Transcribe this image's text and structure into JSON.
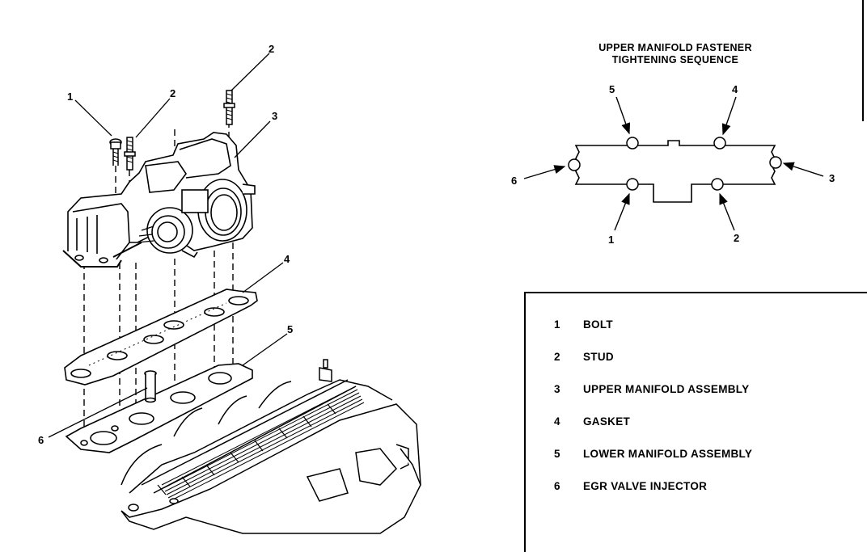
{
  "diagram": {
    "sequence_title_line1": "UPPER MANIFOLD FASTENER",
    "sequence_title_line2": "TIGHTENING SEQUENCE",
    "sequence_labels": [
      "5",
      "4",
      "6",
      "3",
      "1",
      "2"
    ],
    "callouts": [
      "1",
      "2",
      "2",
      "3",
      "4",
      "5",
      "6"
    ]
  },
  "legend": {
    "items": [
      {
        "num": "1",
        "label": "BOLT"
      },
      {
        "num": "2",
        "label": "STUD"
      },
      {
        "num": "3",
        "label": "UPPER MANIFOLD ASSEMBLY"
      },
      {
        "num": "4",
        "label": "GASKET"
      },
      {
        "num": "5",
        "label": "LOWER MANIFOLD ASSEMBLY"
      },
      {
        "num": "6",
        "label": "EGR VALVE INJECTOR"
      }
    ]
  }
}
